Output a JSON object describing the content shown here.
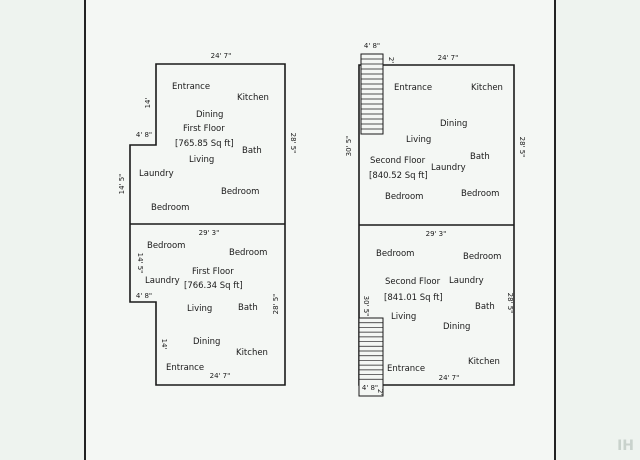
{
  "left_plan": {
    "upper": {
      "rooms": {
        "entrance": "Entrance",
        "kitchen": "Kitchen",
        "dining": "Dining",
        "floor_name": "First Floor",
        "area": "[765.85 Sq ft]",
        "living": "Living",
        "bath": "Bath",
        "laundry": "Laundry",
        "bedroom1": "Bedroom",
        "bedroom2": "Bedroom"
      },
      "dims": {
        "top": "24' 7\"",
        "notch_height": "14'",
        "notch_width": "4' 8\"",
        "right_side": "28' 5\"",
        "left_side": "14' 5\""
      }
    },
    "lower": {
      "rooms": {
        "bedroom1": "Bedroom",
        "bedroom2": "Bedroom",
        "floor_name": "First Floor",
        "area": "[766.34 Sq ft]",
        "laundry": "Laundry",
        "living": "Living",
        "bath": "Bath",
        "dining": "Dining",
        "kitchen": "Kitchen",
        "entrance": "Entrance"
      },
      "dims": {
        "top": "29' 3\"",
        "left_side": "14' 5\"",
        "notch_width": "4' 8\"",
        "right_side": "28' 5\"",
        "notch_height": "14'",
        "bottom": "24' 7\""
      }
    }
  },
  "right_plan": {
    "upper": {
      "rooms": {
        "entrance": "Entrance",
        "kitchen": "Kitchen",
        "dining": "Dining",
        "living": "Living",
        "floor_name": "Second Floor",
        "area": "[840.52 Sq ft]",
        "laundry": "Laundry",
        "bath": "Bath",
        "bedroom1": "Bedroom",
        "bedroom2": "Bedroom"
      },
      "dims": {
        "stair_width": "4' 8\"",
        "stair_mark": "2'",
        "top": "24' 7\"",
        "left_side": "30' 5\"",
        "right_side": "28' 5\""
      }
    },
    "lower": {
      "rooms": {
        "bedroom1": "Bedroom",
        "bedroom2": "Bedroom",
        "floor_name": "Second Floor",
        "laundry": "Laundry",
        "area": "[841.01 Sq ft]",
        "bath": "Bath",
        "living": "Living",
        "dining": "Dining",
        "kitchen": "Kitchen",
        "entrance": "Entrance"
      },
      "dims": {
        "top": "29' 3\"",
        "left_side": "30' 5\"",
        "right_side": "28' 5\"",
        "bottom": "24' 7\"",
        "stair_width": "4' 8\"",
        "stair_mark": "2'"
      }
    }
  },
  "watermark": "IH"
}
